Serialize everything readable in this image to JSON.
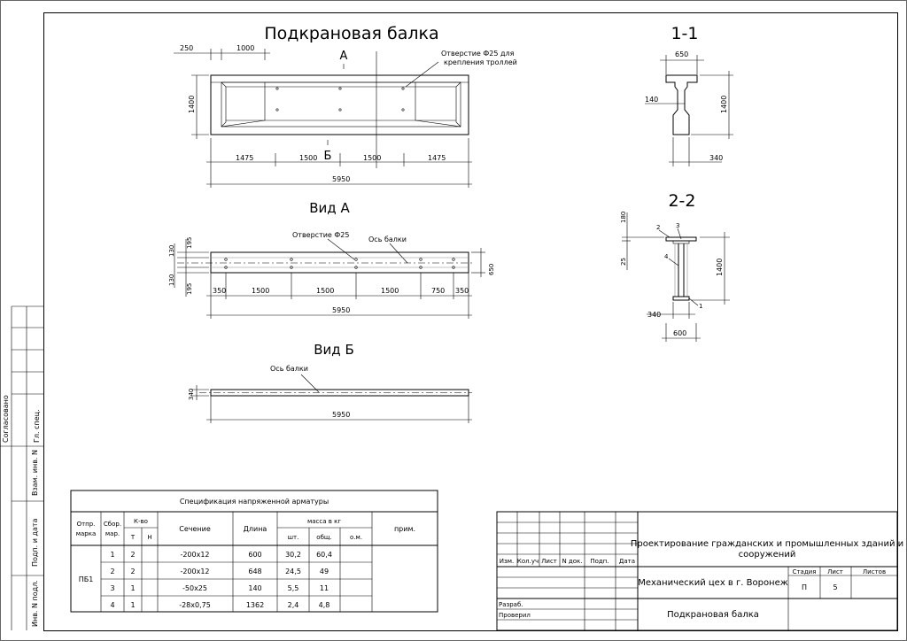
{
  "drawing": {
    "main_title": "Подкрановая балка",
    "section_11": "1-1",
    "section_22": "2-2",
    "view_a_title": "Вид А",
    "view_b_title": "Вид Б",
    "mark_a": "А",
    "mark_b": "Б",
    "hole_note": "Отверстие Ф25 для",
    "hole_note2": "крепления троллей",
    "hole_label": "Отверстие Ф25",
    "axis_label": "Ось балки",
    "dims_top": [
      "250",
      "1000"
    ],
    "dim_height": "1400",
    "dims_bottom": [
      "1475",
      "1500",
      "1500",
      "1475"
    ],
    "dim_total": "5950",
    "view_a_left": [
      "195",
      "130",
      "130",
      "195"
    ],
    "view_a_dims": [
      "350",
      "1500",
      "1500",
      "1500",
      "750",
      "350"
    ],
    "view_a_right": "650",
    "view_b_left": "340",
    "sec11": {
      "top": "650",
      "mid": "140",
      "h": "1400",
      "bot": "340"
    },
    "sec22": {
      "d180": "180",
      "d25": "25",
      "h": "1400",
      "d340": "340",
      "d600": "600",
      "n1": "1",
      "n2": "2",
      "n3": "3",
      "n4": "4"
    }
  },
  "side_stamp": {
    "soglasovano": "Согласовано",
    "gl_spec": "Гл. спец.",
    "vzam": "Взам. инв. N",
    "podp_data": "Подп. и дата",
    "inv_podl": "Инв. N подл."
  },
  "spec": {
    "title": "Спецификация напряженной арматуры",
    "h_otpr": "Отпр.",
    "h_marka": "марка",
    "h_sbor": "Сбор.",
    "h_mar": "мар.",
    "h_kvo": "К-во",
    "h_t": "Т",
    "h_n": "Н",
    "h_sech": "Сечение",
    "h_dlina": "Длина",
    "h_massa": "масса в кг",
    "h_sht": "шт.",
    "h_obsh": "общ.",
    "h_om": "о.м.",
    "h_prim": "прим.",
    "mark": "ПБ1",
    "rows": [
      {
        "n": "1",
        "t": "2",
        "sec": "-200х12",
        "len": "600",
        "sht": "30,2",
        "obsh": "60,4"
      },
      {
        "n": "2",
        "t": "2",
        "sec": "-200х12",
        "len": "648",
        "sht": "24,5",
        "obsh": "49"
      },
      {
        "n": "3",
        "t": "1",
        "sec": "-50х25",
        "len": "140",
        "sht": "5,5",
        "obsh": "11"
      },
      {
        "n": "4",
        "t": "1",
        "sec": "-28х0,75",
        "len": "1362",
        "sht": "2,4",
        "obsh": "4,8"
      }
    ]
  },
  "titleblock": {
    "project": "Проектирование гражданских и промышленных зданий и",
    "project2": "сооружений",
    "object": "Механический цех в г. Воронеж",
    "sheet_name": "Подкрановая балка",
    "h_izm": "Изм.",
    "h_kol": "Кол.уч",
    "h_list": "Лист",
    "h_ndok": "N док.",
    "h_podp": "Подп.",
    "h_data": "Дата",
    "razrab": "Разраб.",
    "proveril": "Проверил",
    "h_stadia": "Стадия",
    "h_list2": "Лист",
    "h_listov": "Листов",
    "stadia": "П",
    "list_no": "5"
  }
}
